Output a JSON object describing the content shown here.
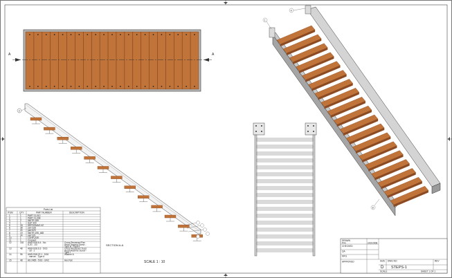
{
  "section_label": "A",
  "section_title": "SECTION  A-A",
  "scale_label": "SCALE 1 : 10",
  "balloons": {
    "iso_top": "4",
    "iso_left": "1",
    "iso_bottom": "8",
    "side_top": "3"
  },
  "parts_list": {
    "title": "Parts List",
    "headers": [
      "ITEM",
      "QTY",
      "PART NUMBER",
      "DESCRIPTION"
    ],
    "rows": [
      {
        "item": "1",
        "qty": "1",
        "part": "PART CL010",
        "desc": ""
      },
      {
        "item": "2",
        "qty": "1",
        "part": "PART CL008",
        "desc": ""
      },
      {
        "item": "3",
        "qty": "2",
        "part": "560TR-189",
        "desc": ""
      },
      {
        "item": "4",
        "qty": "1",
        "part": "SUP 300",
        "desc": ""
      },
      {
        "item": "5",
        "qty": "18",
        "part": "DEFDOMAG 42",
        "desc": ""
      },
      {
        "item": "6",
        "qty": "38",
        "part": "part 328",
        "desc": ""
      },
      {
        "item": "7",
        "qty": "24",
        "part": "part 623",
        "desc": ""
      },
      {
        "item": "8",
        "qty": "19",
        "part": "560TR-195_468",
        "desc": ""
      },
      {
        "item": "9",
        "qty": "24",
        "part": "part 321",
        "desc": ""
      },
      {
        "item": "10",
        "qty": "1",
        "part": "LOHPLATE",
        "desc": ""
      },
      {
        "item": "11",
        "qty": "1",
        "part": "Cropped",
        "desc": ""
      },
      {
        "item": "12",
        "qty": "152",
        "part": "ANSI B18.6.4 - No. 6-20 - 1/4",
        "desc": "Cross Recessed Pan Head Tapping Screw - Type B - Type II"
      },
      {
        "item": "13",
        "qty": "48",
        "part": "ANSI B18.6.3 - 5/16 - 18 - 1",
        "desc": "Cross Recessed Truss Head Machine Screw - Type I"
      },
      {
        "item": "14",
        "qty": "96",
        "part": "ANSI B18.22.1 - 5/16 - narrow - Type A",
        "desc": "Washer A"
      },
      {
        "item": "15",
        "qty": "48",
        "part": "AS 2465 - 5/16 - UNC",
        "desc": "Hex Nut"
      }
    ]
  },
  "title_block": {
    "drawn_label": "DRAWN",
    "drawn_by": "Prln",
    "date": "2/22/2008",
    "checked_label": "CHECKED",
    "qa_label": "QA",
    "mfg_label": "MFG",
    "approved_label": "APPROVED",
    "size_label": "SIZE",
    "size": "D",
    "dwg_label": "DWG NO",
    "dwg_no": "STEPS-1",
    "rev_label": "REV",
    "scale_label": "SCALE",
    "sheet": "SHEET 1 OF 1"
  },
  "colors": {
    "wood": "#c0743a",
    "wood_dark": "#8b4a22",
    "steel": "#b8b8b8",
    "line": "#333333"
  }
}
